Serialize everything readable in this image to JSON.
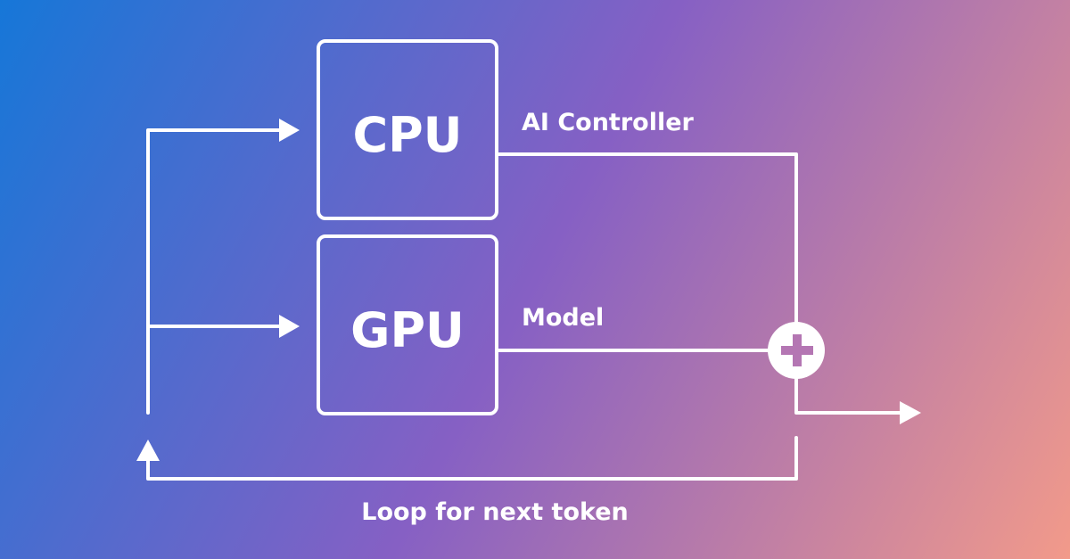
{
  "diagram": {
    "boxes": [
      {
        "id": "cpu",
        "label": "CPU",
        "output_label": "AI Controller"
      },
      {
        "id": "gpu",
        "label": "GPU",
        "output_label": "Model"
      }
    ],
    "combiner_icon": "plus-circle-icon",
    "loop_label": "Loop for next token"
  },
  "colors": {
    "gradient_start": "#1677d8",
    "gradient_mid": "#8660c4",
    "gradient_end": "#f29a8a",
    "stroke": "#ffffff"
  }
}
